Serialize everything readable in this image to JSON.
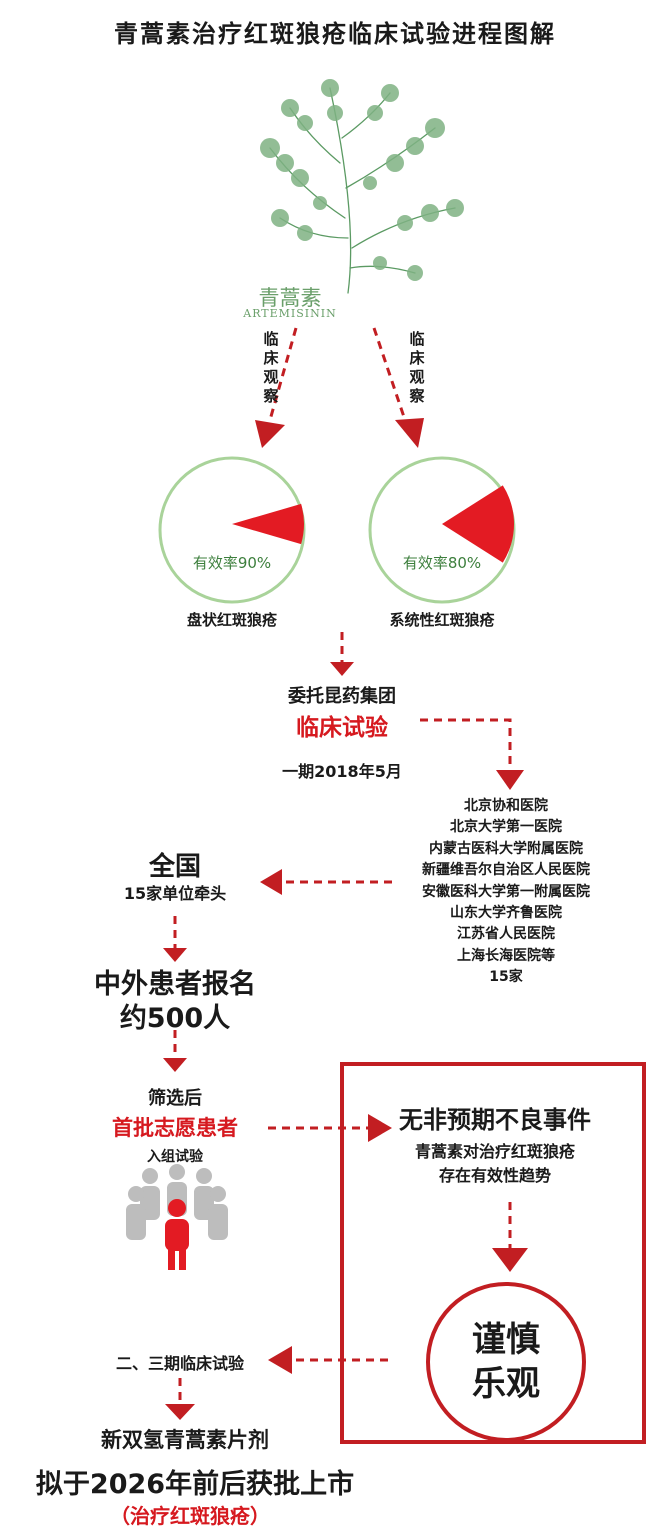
{
  "title": "青蒿素治疗红斑狼疮临床试验进程图解",
  "plant": {
    "name_cn": "青蒿素",
    "name_en": "ARTEMISININ"
  },
  "observation_labels": [
    "临床观察",
    "临床观察"
  ],
  "diseases": [
    {
      "name": "盘状红斑狼疮",
      "rate_text": "有效率90%",
      "rate": 0.9
    },
    {
      "name": "系统性红斑狼疮",
      "rate_text": "有效率80%",
      "rate": 0.8
    }
  ],
  "trial": {
    "commissioned": "委托昆药集团",
    "title": "临床试验",
    "phase1": "一期2018年5月"
  },
  "hospitals": [
    "北京协和医院",
    "北京大学第一医院",
    "内蒙古医科大学附属医院",
    "新疆维吾尔自治区人民医院",
    "安徽医科大学第一附属医院",
    "山东大学齐鲁医院",
    "江苏省人民医院",
    "上海长海医院等",
    "15家"
  ],
  "national": {
    "title": "全国",
    "subtitle": "15家单位牵头"
  },
  "patients": {
    "line1": "中外患者报名",
    "line2": "约500人"
  },
  "screening": {
    "line1": "筛选后",
    "highlight": "首批志愿患者",
    "line3": "入组试验"
  },
  "results": {
    "line1": "无非预期不良事件",
    "line2": "青蒿素对治疗红斑狼疮",
    "line3": "存在有效性趋势"
  },
  "conclusion": {
    "line1": "谨慎",
    "line2": "乐观"
  },
  "next_phase": "二、三期临床试验",
  "product": {
    "line1": "新双氢青蒿素片剂",
    "line2": "拟于2026年前后获批上市",
    "line3": "（治疗红斑狼疮）"
  },
  "colors": {
    "accent_red": "#d6191f",
    "plant_green": "#6a9f6a",
    "circle_green": "#a9d39a"
  }
}
